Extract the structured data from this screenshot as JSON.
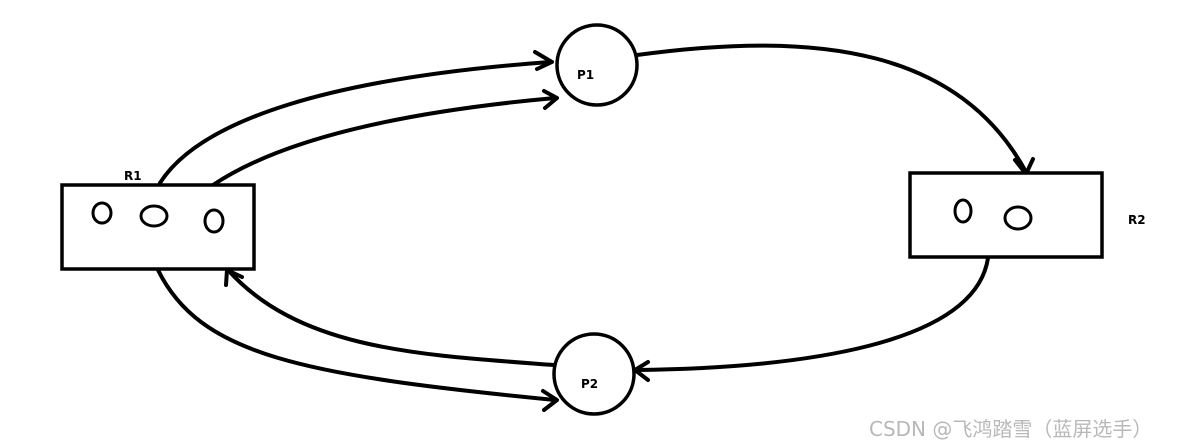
{
  "labels": {
    "r1": "R1",
    "r2": "R2",
    "p1": "P1",
    "p2": "P2"
  },
  "watermark": "CSDN @飞鸿踏雪（蓝屏选手）",
  "resources": [
    {
      "id": "R1",
      "instances": 3
    },
    {
      "id": "R2",
      "instances": 2
    }
  ],
  "processes": [
    "P1",
    "P2"
  ],
  "edges": [
    {
      "from": "R1",
      "to": "P1",
      "kind": "assignment"
    },
    {
      "from": "R1",
      "to": "P1",
      "kind": "assignment"
    },
    {
      "from": "P1",
      "to": "R2",
      "kind": "request"
    },
    {
      "from": "R2",
      "to": "P2",
      "kind": "assignment"
    },
    {
      "from": "P2",
      "to": "R1",
      "kind": "request"
    },
    {
      "from": "R1",
      "to": "P2",
      "kind": "assignment"
    }
  ],
  "colors": {
    "stroke": "#000000",
    "background": "#ffffff",
    "watermark": "#b8b8b8"
  }
}
